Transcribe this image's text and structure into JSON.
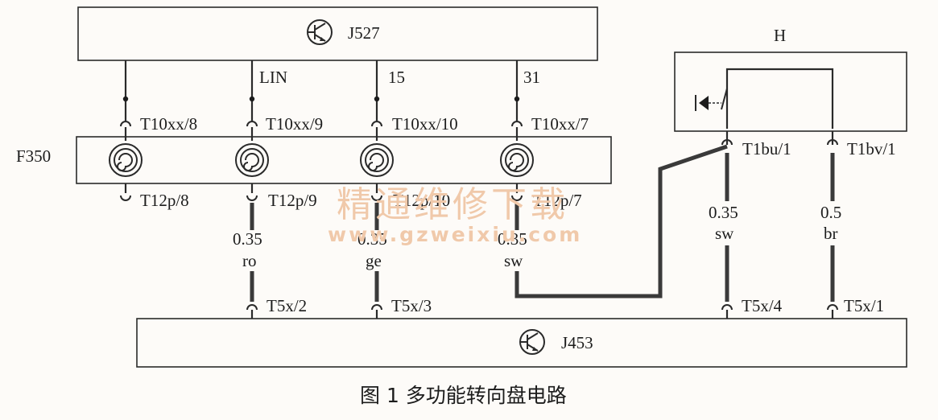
{
  "modules": {
    "j527": "J527",
    "j453": "J453",
    "h": "H",
    "f350": "F350"
  },
  "wire_tags": [
    "LIN",
    "15",
    "31"
  ],
  "connectors_upper": [
    "T10xx/8",
    "T10xx/9",
    "T10xx/10",
    "T10xx/7"
  ],
  "connectors_lower": [
    "T12p/8",
    "T12p/9",
    "T12p/10",
    "T12p/7"
  ],
  "connectors_horn": [
    "T1bu/1",
    "T1bv/1"
  ],
  "connectors_j453": [
    "T5x/2",
    "T5x/3",
    "T5x/4",
    "T5x/1"
  ],
  "wires": [
    {
      "gauge": "0.35",
      "color": "ro"
    },
    {
      "gauge": "0.35",
      "color": "ge"
    },
    {
      "gauge": "0.35",
      "color": "sw"
    },
    {
      "gauge": "0.35",
      "color": "sw"
    },
    {
      "gauge": "0.5",
      "color": "br"
    }
  ],
  "watermark": {
    "cn": "精通维修下载",
    "url": "www.gzweixiu.com"
  },
  "caption": "图 1  多功能转向盘电路",
  "icons": [
    "transistor-icon",
    "spiral-spring-icon",
    "horn-switch-icon"
  ]
}
